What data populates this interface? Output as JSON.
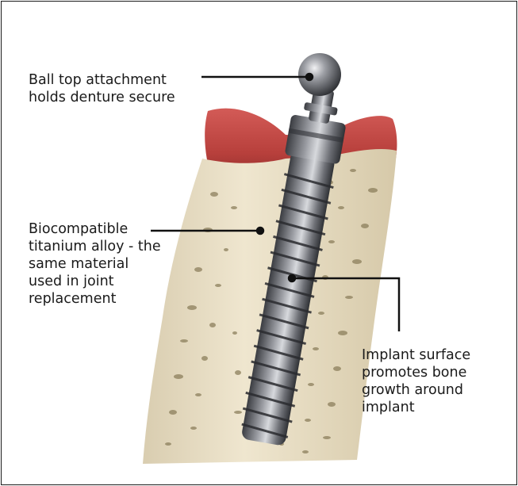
{
  "labels": {
    "ball_top": "Ball top attachment\nholds denture secure",
    "biocompatible": "Biocompatible\ntitanium alloy - the\nsame material\nused in joint\nreplacement",
    "implant_surface": "Implant surface\npromotes bone\ngrowth around\nimplant"
  },
  "colors": {
    "border": "#1a1a1a",
    "gum": "#b8403c",
    "bone": "#e7dcc1",
    "bone_pores": "#8c7f5c",
    "titanium": "#6e7076",
    "callout_line": "#111111"
  }
}
